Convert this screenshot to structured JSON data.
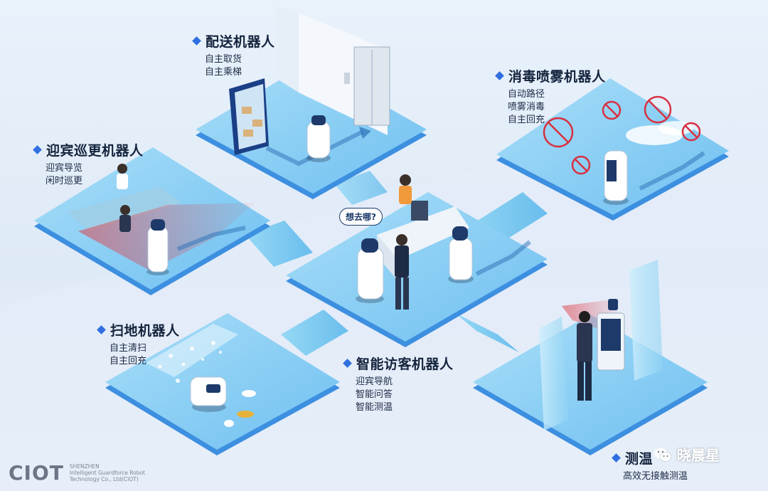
{
  "colors": {
    "accent": "#2f6fe0",
    "platform_top": "#8fd0f5",
    "platform_side": "#3d8fe0",
    "connector": "#6cc4ee",
    "virus_red": "#d93040"
  },
  "sections": [
    {
      "id": "delivery",
      "title": "配送机器人",
      "items": [
        "自主取货",
        "自主乘梯"
      ]
    },
    {
      "id": "disinfect",
      "title": "消毒喷雾机器人",
      "items": [
        "自动路径",
        "喷雾消毒",
        "自主回充"
      ]
    },
    {
      "id": "patrol",
      "title": "迎宾巡更机器人",
      "items": [
        "迎宾导览",
        "闲时巡更"
      ]
    },
    {
      "id": "sweep",
      "title": "扫地机器人",
      "items": [
        "自主清扫",
        "自主回充"
      ]
    },
    {
      "id": "visitor",
      "title": "智能访客机器人",
      "items": [
        "迎宾导航",
        "智能问答",
        "智能测温"
      ]
    },
    {
      "id": "temp",
      "title": "测温",
      "items": [
        "高效无接触测温"
      ]
    }
  ],
  "speech_bubble": "想去哪?",
  "logo": {
    "mark": "CIOT",
    "company_lines": [
      "SHENZHEN",
      "Intelligent Guardforce Robot",
      "Technology Co., Ltd(CIOT)"
    ]
  },
  "watermark": {
    "text": "晓晨星",
    "icon": "wechat-icon"
  }
}
